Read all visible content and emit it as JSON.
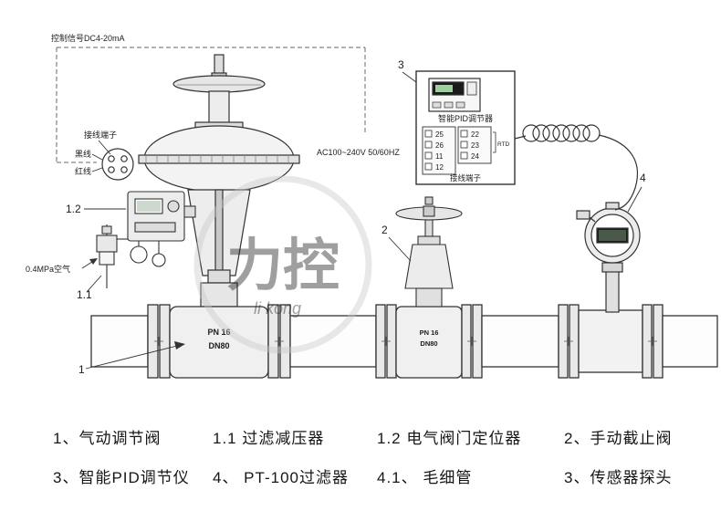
{
  "diagram": {
    "control_signal": "控制信号DC4-20mA",
    "terminal_label_left": "接线端子",
    "black_wire": "黑线",
    "red_wire": "红线",
    "air_supply": "0.4MPa空气",
    "pid": {
      "title": "智能PID调节器",
      "power": "AC100~240V 50/60HZ",
      "terminal_label": "接线端子",
      "rtd": "RTD",
      "terminals_left": [
        "25",
        "26",
        "11",
        "12"
      ],
      "terminals_right": [
        "22",
        "23",
        "24"
      ]
    },
    "valve1": {
      "pn": "PN 16",
      "dn": "DN80"
    },
    "valve2": {
      "pn": "PN 16",
      "dn": "DN80"
    },
    "callouts": {
      "c1": "1",
      "c1_1": "1.1",
      "c1_2": "1.2",
      "c2": "2",
      "c3": "3",
      "c4": "4"
    },
    "watermark": {
      "main": "力控",
      "sub": "li kong"
    },
    "colors": {
      "line": "#333333",
      "watermark": "#c9c9c9"
    }
  },
  "legend": [
    "1、气动调节阀",
    "1.1 过滤减压器",
    "1.2 电气阀门定位器",
    "2、手动截止阀",
    "3、智能PID调节仪",
    "4、 PT-100过滤器",
    "4.1、 毛细管",
    "3、传感器探头"
  ]
}
